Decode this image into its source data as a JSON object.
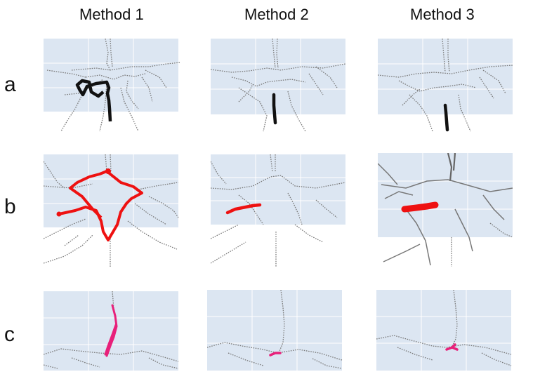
{
  "columns": [
    "Method 1",
    "Method 2",
    "Method 3"
  ],
  "rows": [
    "a",
    "b",
    "c"
  ],
  "colors": {
    "background_panel": "#dce6f2",
    "skeleton": "#777777",
    "row_a_path": "#111111",
    "row_b_path": "#ee1111",
    "row_c_path": "#e8207a"
  }
}
